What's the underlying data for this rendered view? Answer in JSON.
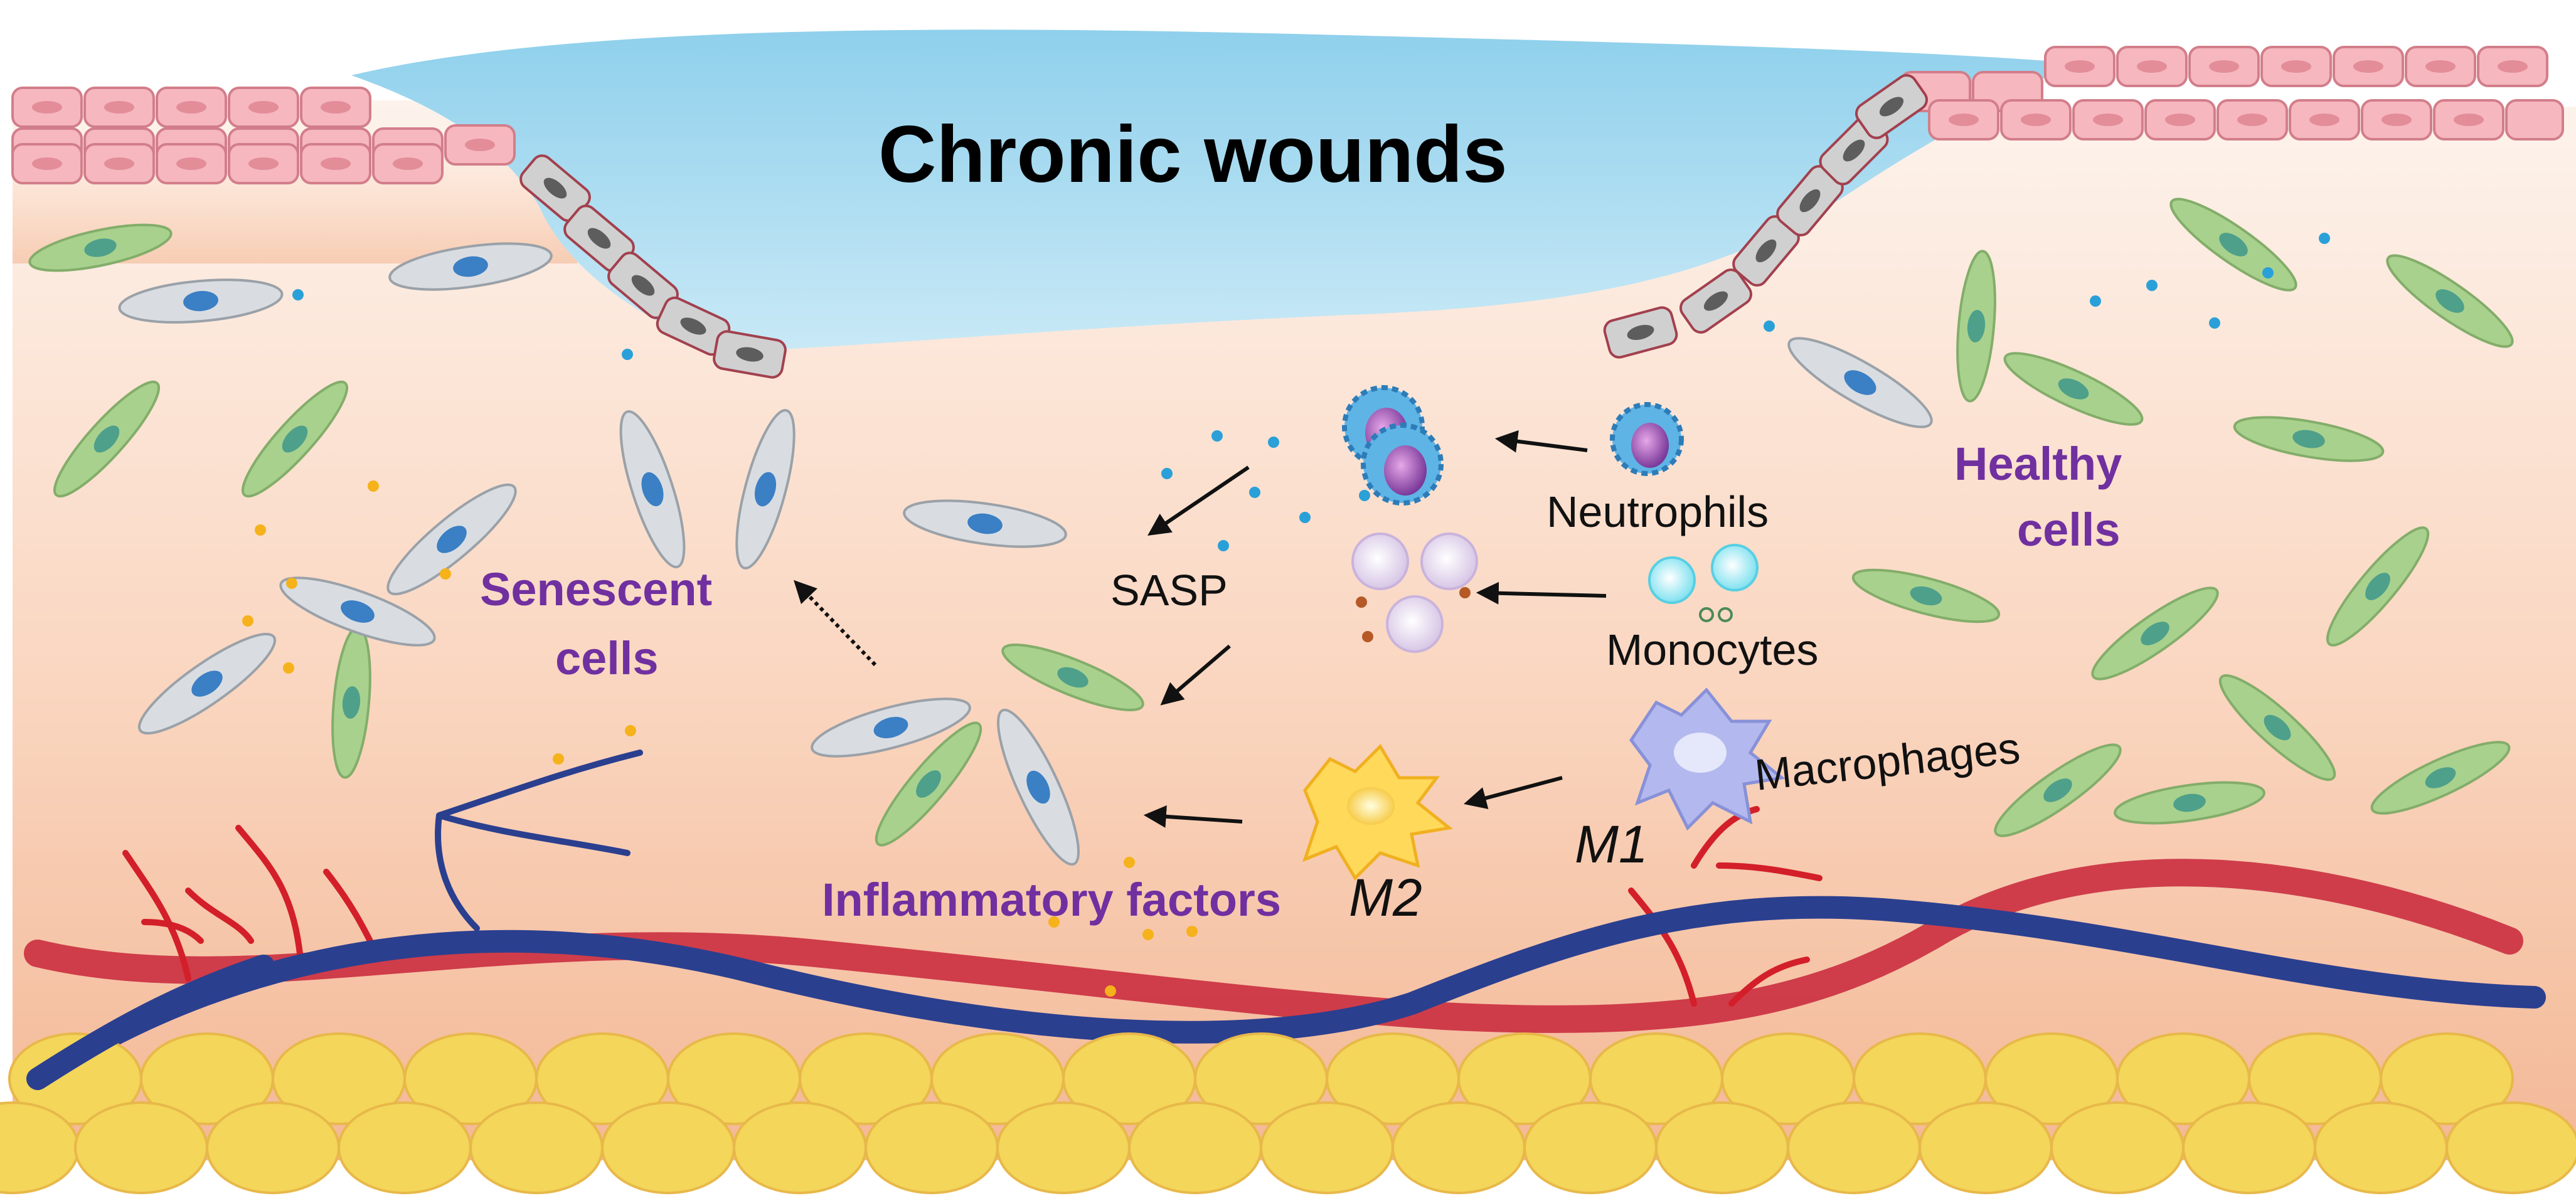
{
  "title": "Chronic wounds",
  "labels": {
    "senescent_line1": "Senescent",
    "senescent_line2": "cells",
    "healthy_line1": "Healthy",
    "healthy_line2": "cells",
    "neutrophils": "Neutrophils",
    "monocytes": "Monocytes",
    "macrophages": "Macrophages",
    "sasp": "SASP",
    "inflammatory": "Inflammatory factors",
    "m1": "M1",
    "m2": "M2"
  },
  "colors": {
    "tissue_top": "#fdf3ec",
    "tissue_bottom": "#f5c4a6",
    "wound_fluid": "#9fd6ee",
    "epidermis": "#f6b7bf",
    "fibroblast_healthy": "#a9d18e",
    "fibroblast_senescent": "#d9dde2",
    "nucleus_blue": "#3b7fc4",
    "fat_yellow": "#f3d65a",
    "vein": "#2b3f8f",
    "artery": "#c8243a",
    "label_purple": "#7030a0"
  }
}
